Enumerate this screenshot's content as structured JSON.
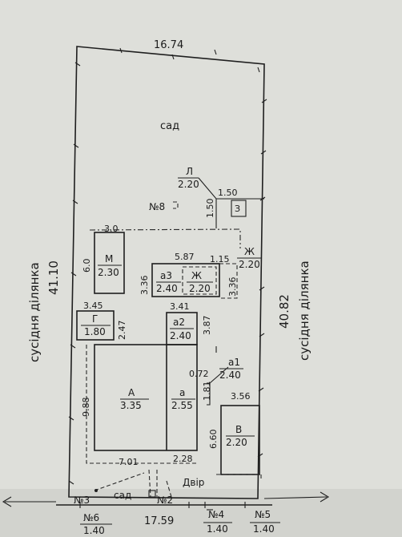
{
  "plan": {
    "top_width": "16.74",
    "bottom_width": "17.59",
    "left_length": "41.10",
    "right_length": "40.82",
    "left_neighbor": "сусідня ділянка",
    "right_neighbor": "сусідня ділянка",
    "garden_top": "сад",
    "garden_bottom": "сад",
    "yard": "Двір"
  },
  "buildings": {
    "L": {
      "letter": "Л",
      "area": "2.20"
    },
    "L_w": "1.50",
    "L_h": "1.50",
    "num8": "№8",
    "toilet": "З",
    "M": {
      "letter": "М",
      "area": "2.30"
    },
    "M_w": "3.0",
    "M_h": "6.0",
    "G": {
      "letter": "Г",
      "area": "1.80"
    },
    "G_w": "3.45",
    "G_h": "2.47",
    "a3": {
      "letter": "а3",
      "area": "2.40"
    },
    "Zh_in": {
      "letter": "Ж",
      "area": "2.20"
    },
    "a3_w": "5.87",
    "a3_h": "3.36",
    "Zh_out": {
      "letter": "Ж",
      "area": "2.20"
    },
    "Zh_w": "1.15",
    "Zh_h": "3.36",
    "a2": {
      "letter": "а2",
      "area": "2.40"
    },
    "a2_w": "3.41",
    "a2_h": "3.87",
    "a1": {
      "letter": "а1",
      "area": "2.40"
    },
    "a1_w": "0.72",
    "a1_h": "1.81",
    "A": {
      "letter": "А",
      "area": "3.35"
    },
    "A_h": "9.88",
    "a": {
      "letter": "а",
      "area": "2.55"
    },
    "house_w": "7.01",
    "a_w": "2.28",
    "V": {
      "letter": "В",
      "area": "2.20"
    },
    "V_w": "3.56",
    "V_h": "6.60"
  },
  "fences": {
    "n3": "№3",
    "n2": "№2",
    "n6": "№6",
    "n6_len": "1.40",
    "n4": "№4",
    "n4_len": "1.40",
    "n5": "№5",
    "n5_len": "1.40"
  }
}
